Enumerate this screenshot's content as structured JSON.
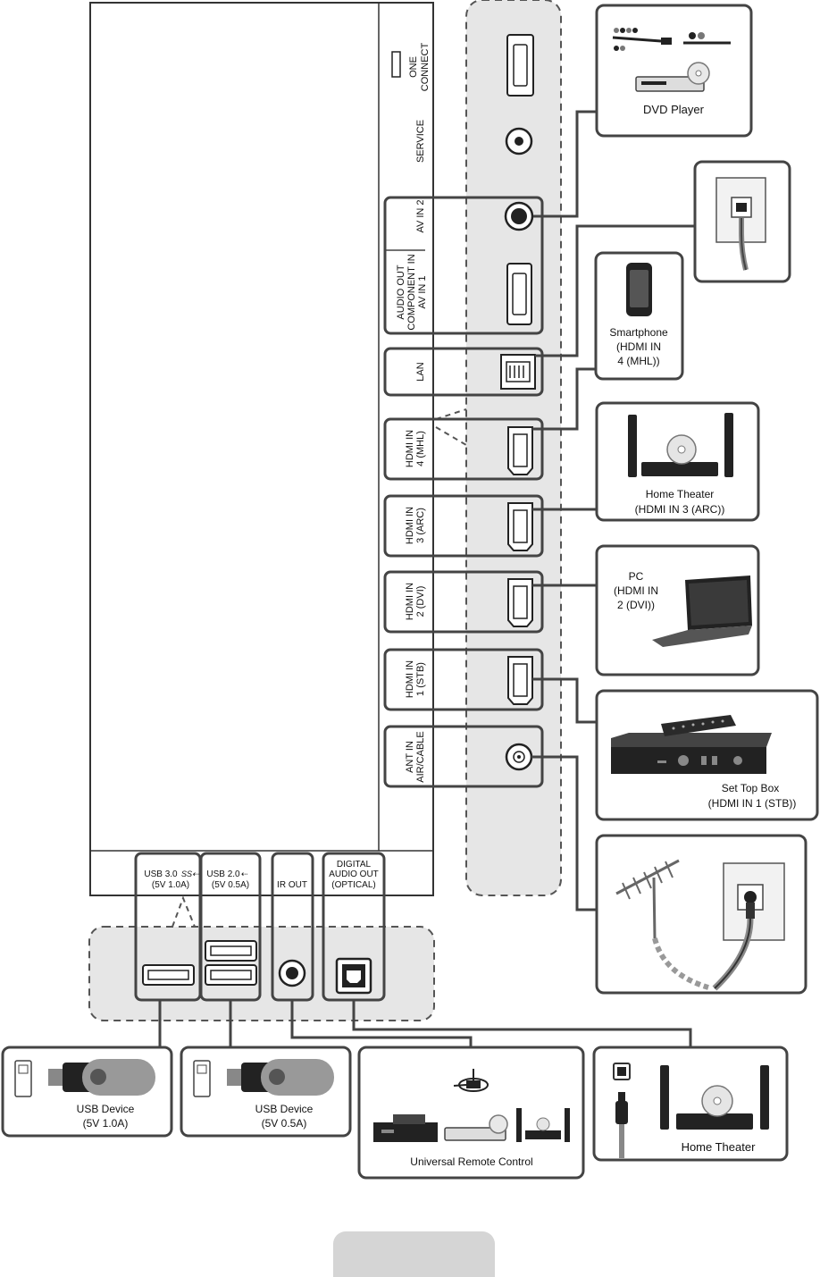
{
  "panel_labels": {
    "one_connect": [
      "ONE",
      "CONNECT"
    ],
    "service": "SERVICE",
    "av_in_2": "AV IN 2",
    "component": [
      "AUDIO OUT",
      "COMPONENT IN",
      "AV IN 1"
    ],
    "lan": "LAN",
    "hdmi4": [
      "HDMI IN",
      "4 (MHL)"
    ],
    "hdmi3": [
      "HDMI IN",
      "3 (ARC)"
    ],
    "hdmi2": [
      "HDMI IN",
      "2 (DVI)"
    ],
    "hdmi1": [
      "HDMI IN",
      "1 (STB)"
    ],
    "ant": [
      "ANT IN",
      "AIR/CABLE"
    ]
  },
  "bottom_labels": {
    "usb3": [
      "USB 3.0",
      "(5V 1.0A)"
    ],
    "usb2": [
      "USB 2.0",
      "(5V 0.5A)"
    ],
    "ir_out": "IR OUT",
    "optical": [
      "DIGITAL",
      "AUDIO OUT",
      "(OPTICAL)"
    ]
  },
  "devices": {
    "dvd": "DVD Player",
    "smartphone": [
      "Smartphone",
      "(HDMI IN",
      "4 (MHL))"
    ],
    "home_theater_arc": [
      "Home Theater",
      "(HDMI IN 3 (ARC))"
    ],
    "pc": [
      "PC",
      "(HDMI IN",
      "2 (DVI))"
    ],
    "stb": [
      "Set Top Box",
      "(HDMI IN 1 (STB))"
    ],
    "usb_device_1": [
      "USB Device",
      "(5V  1.0A)"
    ],
    "usb_device_2": [
      "USB Device",
      "(5V 0.5A)"
    ],
    "universal_remote": "Universal Remote Control",
    "home_theater": "Home Theater"
  },
  "colors": {
    "line": "#444444",
    "panel_fill": "#e6e6e6",
    "tab": "#d5d5d5"
  }
}
